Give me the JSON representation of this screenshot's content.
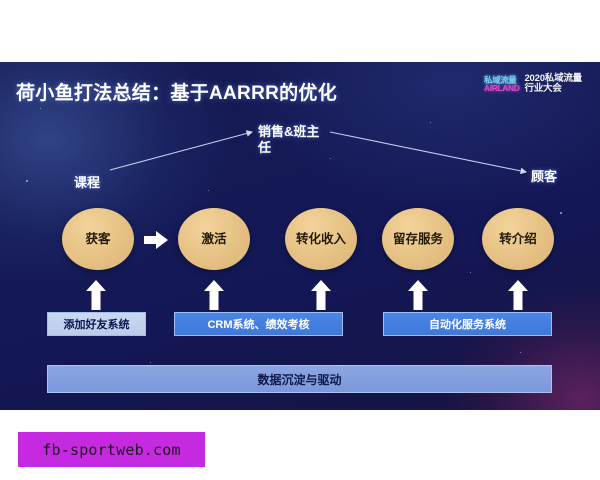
{
  "slide": {
    "title": "荷小鱼打法总结：基于AARRR的优化",
    "logo": {
      "mark_line1": "私域流量",
      "mark_line2": "AIRLAND",
      "text_line1": "2020私域流量",
      "text_line2": "行业大会"
    },
    "flow_labels": {
      "course": "课程",
      "sales": "销售&班主任",
      "customer": "顾客"
    },
    "nodes": [
      {
        "label": "获客"
      },
      {
        "label": "激活"
      },
      {
        "label": "转化收入"
      },
      {
        "label": "留存服务"
      },
      {
        "label": "转介绍"
      }
    ],
    "system_bars": [
      {
        "label": "添加好友系统"
      },
      {
        "label": "CRM系统、绩效考核"
      },
      {
        "label": "自动化服务系统"
      }
    ],
    "foundation": "数据沉淀与驱动",
    "colors": {
      "background_navy": "#151a55",
      "node_gold": "#e8c487",
      "bar_blue": "#4a86e8",
      "bar_light": "#ccd8f0",
      "foundation_blue": "#8ba6e0",
      "watermark_magenta": "#c62ae0"
    }
  },
  "watermark": {
    "text": "fb-sportweb.com"
  }
}
